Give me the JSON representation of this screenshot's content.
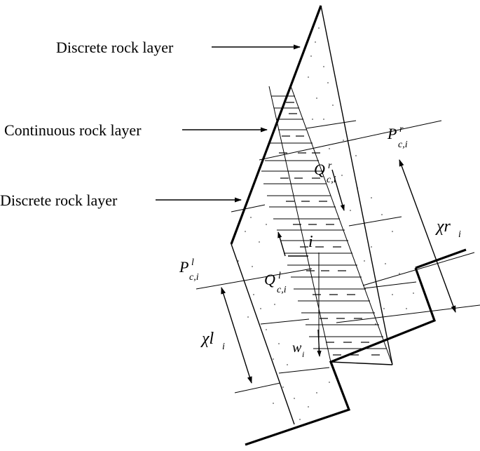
{
  "labels": {
    "top_discrete": "Discrete rock layer",
    "continuous": "Continuous rock layer",
    "lower_discrete": "Discrete rock layer"
  },
  "symbols": {
    "P_right": {
      "base": "P",
      "sup": "r",
      "sub": "c,i"
    },
    "Q_right": {
      "base": "Q",
      "sup": "r",
      "sub": "c,i"
    },
    "P_left": {
      "base": "P",
      "sup": "l",
      "sub": "c,i"
    },
    "Q_left": {
      "base": "Q",
      "sup": "l",
      "sub": "c,i"
    },
    "chi_r": {
      "base": "χr",
      "sub": "i"
    },
    "chi_l": {
      "base": "χl",
      "sub": "i"
    },
    "w": {
      "base": "w",
      "sub": "i"
    },
    "i": "i"
  }
}
